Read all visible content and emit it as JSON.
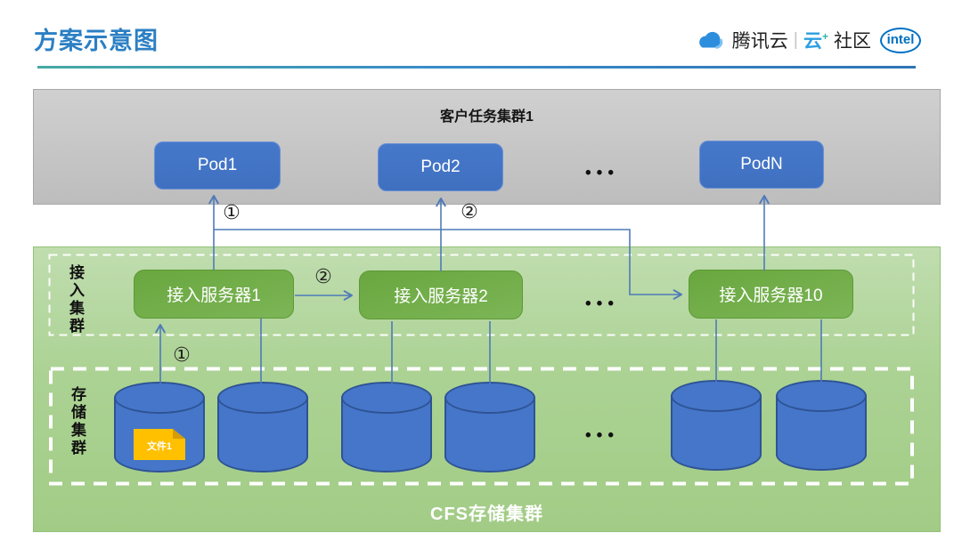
{
  "header": {
    "title": "方案示意图",
    "brand": {
      "tencent": "腾讯云",
      "separator": "|",
      "community_cloud": "云",
      "community_plus": "+",
      "community_rest": "社区",
      "intel": "intel"
    }
  },
  "task_cluster": {
    "title": "客户任务集群1",
    "pods": [
      {
        "label": "Pod1"
      },
      {
        "label": "Pod2"
      },
      {
        "label": "PodN"
      }
    ],
    "ellipsis": "•••"
  },
  "access_cluster": {
    "label": "接入集群",
    "servers": [
      {
        "label": "接入服务器1"
      },
      {
        "label": "接入服务器2"
      },
      {
        "label": "接入服务器10"
      }
    ],
    "ellipsis": "•••"
  },
  "storage_cluster": {
    "label": "存储集群",
    "file_label": "文件1",
    "ellipsis": "•••",
    "caption": "CFS存储集群"
  },
  "annotations": {
    "step1": "①",
    "step2": "②"
  },
  "colors": {
    "title_blue": "#2b7fc4",
    "pod_blue": "#4374c6",
    "server_green": "#70ad47",
    "cluster_green": "#a9d18e",
    "task_gray": "#c6c6c6",
    "cylinder_blue": "#4576c9",
    "file_orange": "#ffc000",
    "connector_blue": "#4f7bb8",
    "intel_blue": "#0071c5"
  }
}
